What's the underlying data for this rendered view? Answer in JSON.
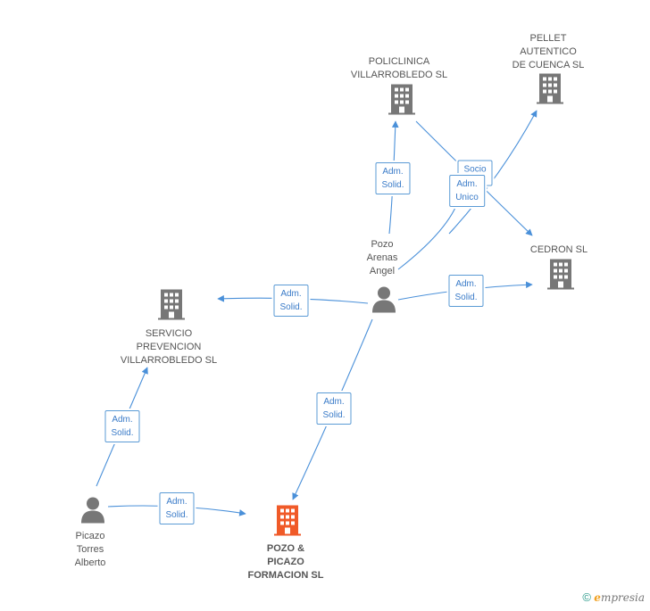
{
  "colors": {
    "edge": "#4a90d9",
    "company": "#777777",
    "main_company": "#f05a28",
    "person": "#777777"
  },
  "companies": [
    {
      "id": "policlinica",
      "label": "POLICLINICA\nVILLARROBLEDO SL",
      "main": false
    },
    {
      "id": "pellet",
      "label": "PELLET\nAUTENTICO\nDE CUENCA  SL",
      "main": false
    },
    {
      "id": "cedron",
      "label": "CEDRON SL",
      "main": false
    },
    {
      "id": "servicio",
      "label": "SERVICIO\nPREVENCION\nVILLARROBLEDO SL",
      "main": false
    },
    {
      "id": "pozo_picazo",
      "label": "POZO &\nPICAZO\nFORMACION SL",
      "main": true
    }
  ],
  "persons": [
    {
      "id": "pozo_arenas",
      "label": "Pozo\nArenas\nAngel"
    },
    {
      "id": "picazo_torres",
      "label": "Picazo\nTorres\nAlberto"
    }
  ],
  "relations": [
    {
      "id": "r_policlinica",
      "label": "Adm.\nSolid."
    },
    {
      "id": "r_pellet",
      "label": "Socio"
    },
    {
      "id": "r_cedron_unico",
      "label": "Adm.\nUnico"
    },
    {
      "id": "r_cedron",
      "label": "Adm.\nSolid."
    },
    {
      "id": "r_servicio_pozo",
      "label": "Adm.\nSolid."
    },
    {
      "id": "r_main_pozo",
      "label": "Adm.\nSolid."
    },
    {
      "id": "r_servicio_picazo",
      "label": "Adm.\nSolid."
    },
    {
      "id": "r_main_picazo",
      "label": "Adm.\nSolid."
    }
  ],
  "footer": {
    "copyright": "©",
    "brand_initial": "e",
    "brand_rest": "mpresia"
  }
}
